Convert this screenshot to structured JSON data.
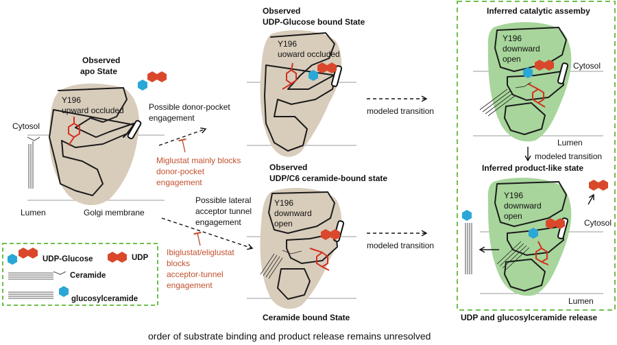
{
  "apo": {
    "title1": "Observed",
    "title2": "apo State",
    "y196_1": "Y196",
    "y196_2": "upward occluded",
    "cytosol": "Cytosol",
    "lumen": "Lumen",
    "membrane": "Golgi membrane"
  },
  "udpglc_state": {
    "title1": "Observed",
    "title2": "UDP-Glucose bound State",
    "y196_1": "Y196",
    "y196_2": "uoward occluded"
  },
  "donor": {
    "line1": "Possible donor-pocket",
    "line2": "engagement"
  },
  "miglustat": {
    "line1": "Miglustat mainly blocks",
    "line2": "donor-pocket",
    "line3": "engagement"
  },
  "ceramide_state": {
    "title1": "Observed",
    "title2": "UDP/C6 ceramide-bound state",
    "y196_1": "Y196",
    "y196_2": "downward",
    "y196_3": "open",
    "bottom": "Ceramide bound State"
  },
  "acceptor": {
    "line1": "Possible lateral",
    "line2": "acceptor tunnel",
    "line3": "engagement"
  },
  "ibiglustat": {
    "line1": "Ibiglustat/eliglustat",
    "line2": "blocks",
    "line3": "acceptor-tunnel",
    "line4": "engagement"
  },
  "transitions": {
    "top": "modeled transition",
    "bottom": "modeled transition",
    "right": "modeled transition"
  },
  "catalytic": {
    "title": "Inferred catalytic assemby",
    "y196_1": "Y196",
    "y196_2": "downward",
    "y196_3": "open",
    "cytosol": "Cytosol",
    "lumen": "Lumen"
  },
  "product": {
    "title": "Inferred product-like state",
    "y196_1": "Y196",
    "y196_2": "downward",
    "y196_3": "open",
    "cytosol": "Cytosol",
    "lumen": "Lumen",
    "release": "UDP and glucosylceramide release"
  },
  "legend": {
    "udpglc": "UDP-Glucose",
    "udp": "UDP",
    "ceramide": "Ceramide",
    "glccer": "glucosylceramide"
  },
  "caption": "order of substrate binding and product release remains unresolved",
  "colors": {
    "protein_tan": "#d8ccbb",
    "protein_green": "#a7d59b",
    "box_dash": "#6cbf4a",
    "hex_orange": "#d9482b",
    "hex_blue": "#2aa7d6",
    "inhibitor_text": "#c1502e"
  }
}
